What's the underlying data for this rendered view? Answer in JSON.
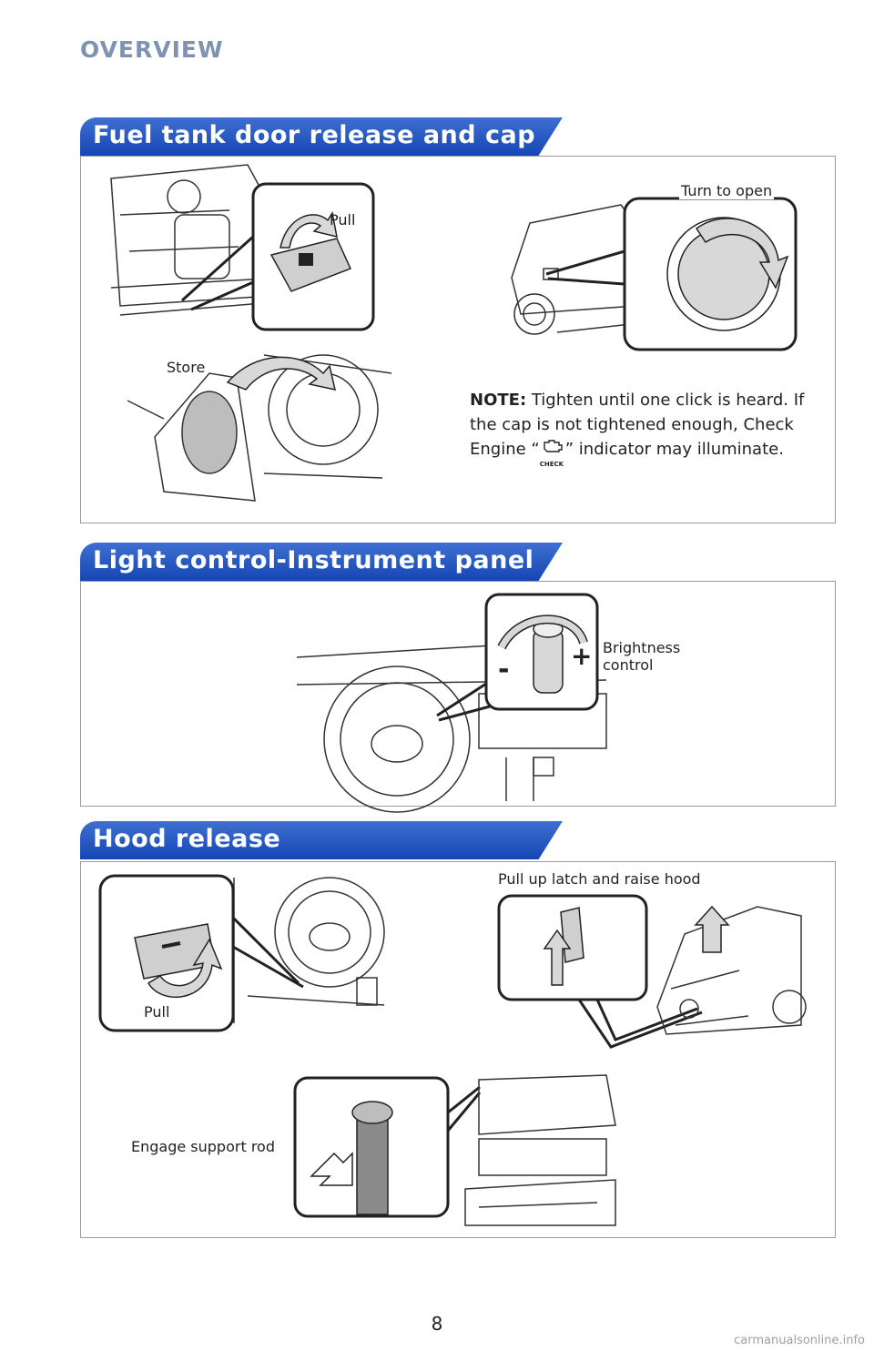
{
  "header": {
    "title": "OVERVIEW"
  },
  "sections": {
    "fuel": {
      "title": "Fuel tank door release and cap",
      "labels": {
        "pull": "Pull",
        "turn_to_open": "Turn to open",
        "store": "Store"
      },
      "note_label": "NOTE:",
      "note_text_1": " Tighten until one click is heard. If the cap is not tightened enough, Check Engine “",
      "note_text_2": "” indicator may illuminate.",
      "check_icon_text": "CHECK"
    },
    "light": {
      "title": "Light control-Instrument panel",
      "labels": {
        "brightness": "Brightness",
        "control": "control",
        "minus": "-",
        "plus": "+"
      }
    },
    "hood": {
      "title": "Hood release",
      "labels": {
        "pull": "Pull",
        "pull_up": "Pull up latch and raise hood",
        "engage": "Engage support rod"
      }
    }
  },
  "page_number": "8",
  "footer": "carmanualsonline.info",
  "colors": {
    "tab_blue": "#1546b5",
    "header_gray": "#7e93b4",
    "arrow_fill": "#d8d8d8"
  }
}
